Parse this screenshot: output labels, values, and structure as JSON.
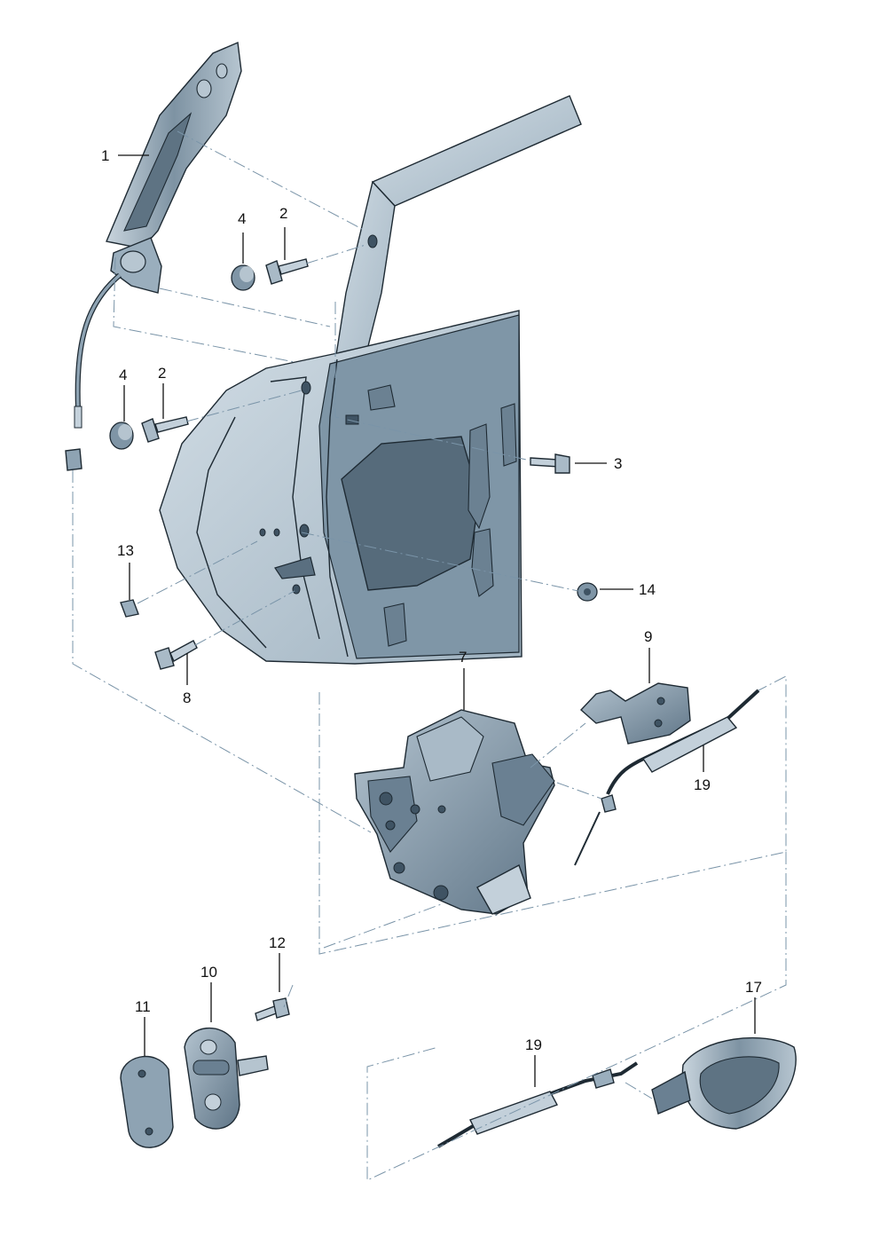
{
  "colors": {
    "panel_light": "#c9d6df",
    "panel_mid": "#a6b8c5",
    "panel_dark": "#5c7283",
    "part_fill": "#8ea3b3",
    "part_dark": "#4e6475",
    "ink": "#1e2a33",
    "phantom_line": "#7a94a8"
  },
  "labels": {
    "p1": "1",
    "p2a": "2",
    "p2b": "2",
    "p3": "3",
    "p4a": "4",
    "p4b": "4",
    "p7": "7",
    "p8": "8",
    "p9": "9",
    "p10": "10",
    "p11": "11",
    "p12": "12",
    "p13": "13",
    "p14": "14",
    "p17": "17",
    "p19a": "19",
    "p19b": "19"
  }
}
